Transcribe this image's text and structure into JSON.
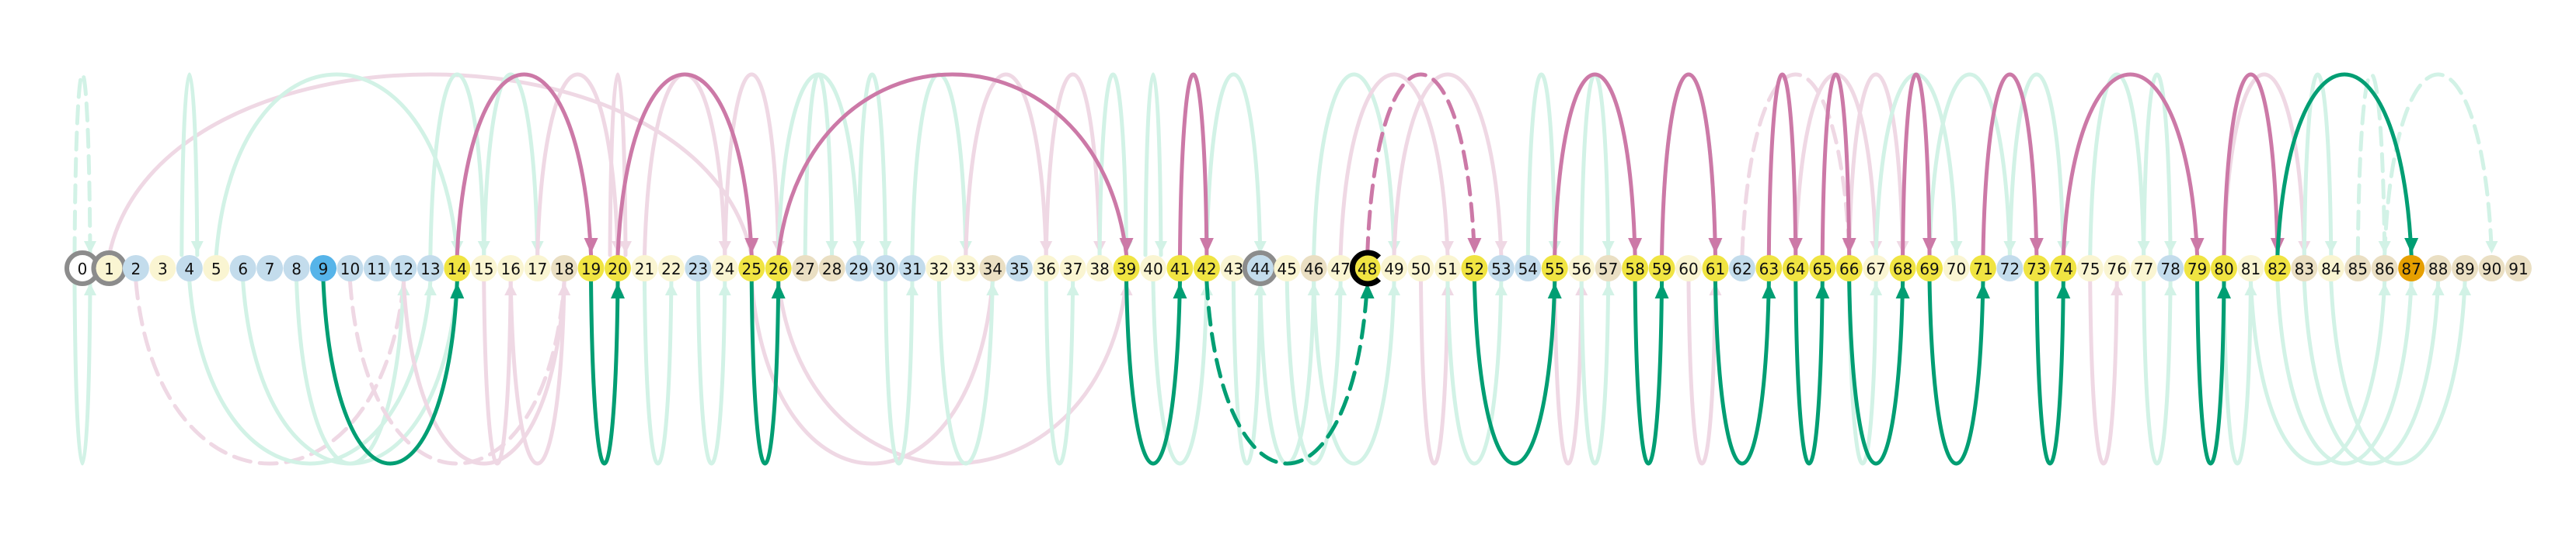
{
  "node_count": 92,
  "node_colors": {
    "yellow": "#f0e442",
    "light_yellow": "#faf5d2",
    "beige": "#eadfc3",
    "light_blue": "#c3dcec",
    "blue": "#56b4e9",
    "orange": "#e69f00",
    "white": "#ffffff"
  },
  "edge_colors": {
    "green": "#009e73",
    "pink": "#cc79a7",
    "green_faint": "#d2f2e6",
    "pink_faint": "#efd8e4"
  },
  "nodes": [
    {
      "label": "0",
      "color": "white",
      "ring": "gray"
    },
    {
      "label": "1",
      "color": "light_yellow",
      "ring": "gray"
    },
    {
      "label": "2",
      "color": "light_blue"
    },
    {
      "label": "3",
      "color": "light_yellow"
    },
    {
      "label": "4",
      "color": "light_blue"
    },
    {
      "label": "5",
      "color": "light_yellow"
    },
    {
      "label": "6",
      "color": "light_blue"
    },
    {
      "label": "7",
      "color": "light_blue"
    },
    {
      "label": "8",
      "color": "light_blue"
    },
    {
      "label": "9",
      "color": "blue"
    },
    {
      "label": "10",
      "color": "light_blue"
    },
    {
      "label": "11",
      "color": "light_blue"
    },
    {
      "label": "12",
      "color": "light_blue"
    },
    {
      "label": "13",
      "color": "light_blue"
    },
    {
      "label": "14",
      "color": "yellow"
    },
    {
      "label": "15",
      "color": "light_yellow"
    },
    {
      "label": "16",
      "color": "light_yellow"
    },
    {
      "label": "17",
      "color": "light_yellow"
    },
    {
      "label": "18",
      "color": "beige"
    },
    {
      "label": "19",
      "color": "yellow"
    },
    {
      "label": "20",
      "color": "yellow"
    },
    {
      "label": "21",
      "color": "light_yellow"
    },
    {
      "label": "22",
      "color": "light_yellow"
    },
    {
      "label": "23",
      "color": "light_blue"
    },
    {
      "label": "24",
      "color": "light_yellow"
    },
    {
      "label": "25",
      "color": "yellow"
    },
    {
      "label": "26",
      "color": "yellow"
    },
    {
      "label": "27",
      "color": "beige"
    },
    {
      "label": "28",
      "color": "beige"
    },
    {
      "label": "29",
      "color": "light_blue"
    },
    {
      "label": "30",
      "color": "light_blue"
    },
    {
      "label": "31",
      "color": "light_blue"
    },
    {
      "label": "32",
      "color": "light_yellow"
    },
    {
      "label": "33",
      "color": "light_yellow"
    },
    {
      "label": "34",
      "color": "beige"
    },
    {
      "label": "35",
      "color": "light_blue"
    },
    {
      "label": "36",
      "color": "light_yellow"
    },
    {
      "label": "37",
      "color": "light_yellow"
    },
    {
      "label": "38",
      "color": "light_yellow"
    },
    {
      "label": "39",
      "color": "yellow"
    },
    {
      "label": "40",
      "color": "light_yellow"
    },
    {
      "label": "41",
      "color": "yellow"
    },
    {
      "label": "42",
      "color": "yellow"
    },
    {
      "label": "43",
      "color": "light_yellow"
    },
    {
      "label": "44",
      "color": "light_blue",
      "ring": "gray"
    },
    {
      "label": "45",
      "color": "light_yellow"
    },
    {
      "label": "46",
      "color": "beige"
    },
    {
      "label": "47",
      "color": "light_yellow"
    },
    {
      "label": "48",
      "color": "yellow",
      "ring": "black"
    },
    {
      "label": "49",
      "color": "light_yellow"
    },
    {
      "label": "50",
      "color": "light_yellow"
    },
    {
      "label": "51",
      "color": "light_yellow"
    },
    {
      "label": "52",
      "color": "yellow"
    },
    {
      "label": "53",
      "color": "light_blue"
    },
    {
      "label": "54",
      "color": "light_blue"
    },
    {
      "label": "55",
      "color": "yellow"
    },
    {
      "label": "56",
      "color": "light_yellow"
    },
    {
      "label": "57",
      "color": "beige"
    },
    {
      "label": "58",
      "color": "yellow"
    },
    {
      "label": "59",
      "color": "yellow"
    },
    {
      "label": "60",
      "color": "light_yellow"
    },
    {
      "label": "61",
      "color": "yellow"
    },
    {
      "label": "62",
      "color": "light_blue"
    },
    {
      "label": "63",
      "color": "yellow"
    },
    {
      "label": "64",
      "color": "yellow"
    },
    {
      "label": "65",
      "color": "yellow"
    },
    {
      "label": "66",
      "color": "yellow"
    },
    {
      "label": "67",
      "color": "light_yellow"
    },
    {
      "label": "68",
      "color": "yellow"
    },
    {
      "label": "69",
      "color": "yellow"
    },
    {
      "label": "70",
      "color": "light_yellow"
    },
    {
      "label": "71",
      "color": "yellow"
    },
    {
      "label": "72",
      "color": "light_blue"
    },
    {
      "label": "73",
      "color": "yellow"
    },
    {
      "label": "74",
      "color": "yellow"
    },
    {
      "label": "75",
      "color": "light_yellow"
    },
    {
      "label": "76",
      "color": "light_yellow"
    },
    {
      "label": "77",
      "color": "light_yellow"
    },
    {
      "label": "78",
      "color": "light_blue"
    },
    {
      "label": "79",
      "color": "yellow"
    },
    {
      "label": "80",
      "color": "yellow"
    },
    {
      "label": "81",
      "color": "light_yellow"
    },
    {
      "label": "82",
      "color": "yellow"
    },
    {
      "label": "83",
      "color": "beige"
    },
    {
      "label": "84",
      "color": "light_yellow"
    },
    {
      "label": "85",
      "color": "beige"
    },
    {
      "label": "86",
      "color": "beige"
    },
    {
      "label": "87",
      "color": "orange"
    },
    {
      "label": "88",
      "color": "beige"
    },
    {
      "label": "89",
      "color": "beige"
    },
    {
      "label": "90",
      "color": "beige"
    },
    {
      "label": "91",
      "color": "beige"
    }
  ],
  "bold_edges": [
    {
      "from": 14,
      "to": 19,
      "side": "up",
      "color": "pink"
    },
    {
      "from": 20,
      "to": 25,
      "side": "up",
      "color": "pink"
    },
    {
      "from": 26,
      "to": 39,
      "side": "up",
      "color": "pink"
    },
    {
      "from": 41,
      "to": 42,
      "side": "up",
      "color": "pink"
    },
    {
      "from": 48,
      "to": 52,
      "side": "up",
      "color": "pink",
      "dashed": true
    },
    {
      "from": 55,
      "to": 58,
      "side": "up",
      "color": "pink"
    },
    {
      "from": 59,
      "to": 61,
      "side": "up",
      "color": "pink"
    },
    {
      "from": 63,
      "to": 64,
      "side": "up",
      "color": "pink"
    },
    {
      "from": 65,
      "to": 66,
      "side": "up",
      "color": "pink"
    },
    {
      "from": 68,
      "to": 69,
      "side": "up",
      "color": "pink"
    },
    {
      "from": 71,
      "to": 73,
      "side": "up",
      "color": "pink"
    },
    {
      "from": 74,
      "to": 79,
      "side": "up",
      "color": "pink"
    },
    {
      "from": 80,
      "to": 82,
      "side": "up",
      "color": "pink"
    },
    {
      "from": 82,
      "to": 87,
      "side": "up",
      "color": "green"
    },
    {
      "from": 9,
      "to": 14,
      "side": "down",
      "color": "green"
    },
    {
      "from": 19,
      "to": 20,
      "side": "down",
      "color": "green"
    },
    {
      "from": 25,
      "to": 26,
      "side": "down",
      "color": "green"
    },
    {
      "from": 39,
      "to": 41,
      "side": "down",
      "color": "green"
    },
    {
      "from": 42,
      "to": 48,
      "side": "down",
      "color": "green",
      "dashed": true
    },
    {
      "from": 52,
      "to": 55,
      "side": "down",
      "color": "green"
    },
    {
      "from": 58,
      "to": 59,
      "side": "down",
      "color": "green"
    },
    {
      "from": 61,
      "to": 63,
      "side": "down",
      "color": "green"
    },
    {
      "from": 64,
      "to": 65,
      "side": "down",
      "color": "green"
    },
    {
      "from": 66,
      "to": 68,
      "side": "down",
      "color": "green"
    },
    {
      "from": 69,
      "to": 71,
      "side": "down",
      "color": "green"
    },
    {
      "from": 73,
      "to": 74,
      "side": "down",
      "color": "green"
    },
    {
      "from": 79,
      "to": 80,
      "side": "down",
      "color": "green"
    }
  ],
  "faint_edges": [
    {
      "from": 0,
      "to": 0,
      "side": "up",
      "color": "green_faint",
      "dashed": true
    },
    {
      "from": 1,
      "to": 25,
      "side": "up",
      "color": "pink_faint"
    },
    {
      "from": 4,
      "to": 4,
      "side": "up",
      "color": "green_faint"
    },
    {
      "from": 5,
      "to": 14,
      "side": "up",
      "color": "green_faint"
    },
    {
      "from": 13,
      "to": 15,
      "side": "up",
      "color": "green_faint"
    },
    {
      "from": 15,
      "to": 17,
      "side": "up",
      "color": "green_faint"
    },
    {
      "from": 17,
      "to": 20,
      "side": "up",
      "color": "pink_faint"
    },
    {
      "from": 20,
      "to": 20,
      "side": "up",
      "color": "pink_faint"
    },
    {
      "from": 21,
      "to": 24,
      "side": "up",
      "color": "pink_faint"
    },
    {
      "from": 24,
      "to": 26,
      "side": "up",
      "color": "pink_faint"
    },
    {
      "from": 26,
      "to": 29,
      "side": "up",
      "color": "green_faint"
    },
    {
      "from": 27,
      "to": 28,
      "side": "up",
      "color": "green_faint"
    },
    {
      "from": 29,
      "to": 30,
      "side": "up",
      "color": "green_faint"
    },
    {
      "from": 31,
      "to": 33,
      "side": "up",
      "color": "green_faint"
    },
    {
      "from": 33,
      "to": 36,
      "side": "up",
      "color": "pink_faint"
    },
    {
      "from": 36,
      "to": 38,
      "side": "up",
      "color": "pink_faint"
    },
    {
      "from": 38,
      "to": 39,
      "side": "up",
      "color": "green_faint"
    },
    {
      "from": 40,
      "to": 40,
      "side": "up",
      "color": "green_faint"
    },
    {
      "from": 42,
      "to": 44,
      "side": "up",
      "color": "green_faint"
    },
    {
      "from": 46,
      "to": 49,
      "side": "up",
      "color": "green_faint"
    },
    {
      "from": 47,
      "to": 51,
      "side": "up",
      "color": "pink_faint"
    },
    {
      "from": 49,
      "to": 53,
      "side": "up",
      "color": "pink_faint"
    },
    {
      "from": 54,
      "to": 55,
      "side": "up",
      "color": "green_faint"
    },
    {
      "from": 56,
      "to": 57,
      "side": "up",
      "color": "green_faint"
    },
    {
      "from": 59,
      "to": 61,
      "side": "up",
      "color": "green_faint"
    },
    {
      "from": 62,
      "to": 66,
      "side": "up",
      "color": "pink_faint",
      "dashed": true
    },
    {
      "from": 64,
      "to": 67,
      "side": "up",
      "color": "pink_faint"
    },
    {
      "from": 66,
      "to": 68,
      "side": "up",
      "color": "pink_faint"
    },
    {
      "from": 67,
      "to": 70,
      "side": "up",
      "color": "green_faint"
    },
    {
      "from": 69,
      "to": 72,
      "side": "up",
      "color": "green_faint"
    },
    {
      "from": 72,
      "to": 74,
      "side": "up",
      "color": "green_faint"
    },
    {
      "from": 75,
      "to": 77,
      "side": "up",
      "color": "green_faint"
    },
    {
      "from": 77,
      "to": 78,
      "side": "up",
      "color": "green_faint"
    },
    {
      "from": 80,
      "to": 83,
      "side": "up",
      "color": "pink_faint"
    },
    {
      "from": 83,
      "to": 84,
      "side": "up",
      "color": "green_faint"
    },
    {
      "from": 85,
      "to": 86,
      "side": "up",
      "color": "green_faint",
      "dashed": true
    },
    {
      "from": 86,
      "to": 90,
      "side": "up",
      "color": "green_faint",
      "dashed": true
    },
    {
      "from": 2,
      "to": 12,
      "side": "down",
      "color": "pink_faint",
      "dashed": true
    },
    {
      "from": 0,
      "to": 0,
      "side": "down",
      "color": "green_faint"
    },
    {
      "from": 4,
      "to": 13,
      "side": "down",
      "color": "green_faint"
    },
    {
      "from": 6,
      "to": 14,
      "side": "down",
      "color": "green_faint"
    },
    {
      "from": 8,
      "to": 12,
      "side": "down",
      "color": "green_faint"
    },
    {
      "from": 10,
      "to": 18,
      "side": "down",
      "color": "pink_faint",
      "dashed": true
    },
    {
      "from": 12,
      "to": 18,
      "side": "down",
      "color": "pink_faint"
    },
    {
      "from": 15,
      "to": 16,
      "side": "down",
      "color": "pink_faint"
    },
    {
      "from": 16,
      "to": 18,
      "side": "down",
      "color": "pink_faint"
    },
    {
      "from": 19,
      "to": 20,
      "side": "down",
      "color": "pink_faint"
    },
    {
      "from": 21,
      "to": 22,
      "side": "down",
      "color": "green_faint"
    },
    {
      "from": 23,
      "to": 24,
      "side": "down",
      "color": "green_faint"
    },
    {
      "from": 25,
      "to": 34,
      "side": "down",
      "color": "pink_faint"
    },
    {
      "from": 26,
      "to": 39,
      "side": "down",
      "color": "pink_faint"
    },
    {
      "from": 30,
      "to": 31,
      "side": "down",
      "color": "green_faint"
    },
    {
      "from": 32,
      "to": 34,
      "side": "down",
      "color": "green_faint"
    },
    {
      "from": 36,
      "to": 37,
      "side": "down",
      "color": "green_faint"
    },
    {
      "from": 40,
      "to": 42,
      "side": "down",
      "color": "green_faint"
    },
    {
      "from": 43,
      "to": 44,
      "side": "down",
      "color": "green_faint"
    },
    {
      "from": 44,
      "to": 46,
      "side": "down",
      "color": "green_faint"
    },
    {
      "from": 45,
      "to": 47,
      "side": "down",
      "color": "green_faint"
    },
    {
      "from": 46,
      "to": 49,
      "side": "down",
      "color": "green_faint"
    },
    {
      "from": 50,
      "to": 51,
      "side": "down",
      "color": "pink_faint"
    },
    {
      "from": 51,
      "to": 53,
      "side": "down",
      "color": "green_faint"
    },
    {
      "from": 55,
      "to": 56,
      "side": "down",
      "color": "pink_faint"
    },
    {
      "from": 56,
      "to": 57,
      "side": "down",
      "color": "green_faint"
    },
    {
      "from": 60,
      "to": 61,
      "side": "down",
      "color": "pink_faint"
    },
    {
      "from": 66,
      "to": 67,
      "side": "down",
      "color": "green_faint"
    },
    {
      "from": 75,
      "to": 76,
      "side": "down",
      "color": "pink_faint"
    },
    {
      "from": 77,
      "to": 78,
      "side": "down",
      "color": "green_faint"
    },
    {
      "from": 80,
      "to": 81,
      "side": "down",
      "color": "green_faint"
    },
    {
      "from": 81,
      "to": 86,
      "side": "down",
      "color": "green_faint"
    },
    {
      "from": 82,
      "to": 87,
      "side": "down",
      "color": "green_faint"
    },
    {
      "from": 83,
      "to": 88,
      "side": "down",
      "color": "green_faint"
    },
    {
      "from": 84,
      "to": 89,
      "side": "down",
      "color": "green_faint"
    }
  ]
}
